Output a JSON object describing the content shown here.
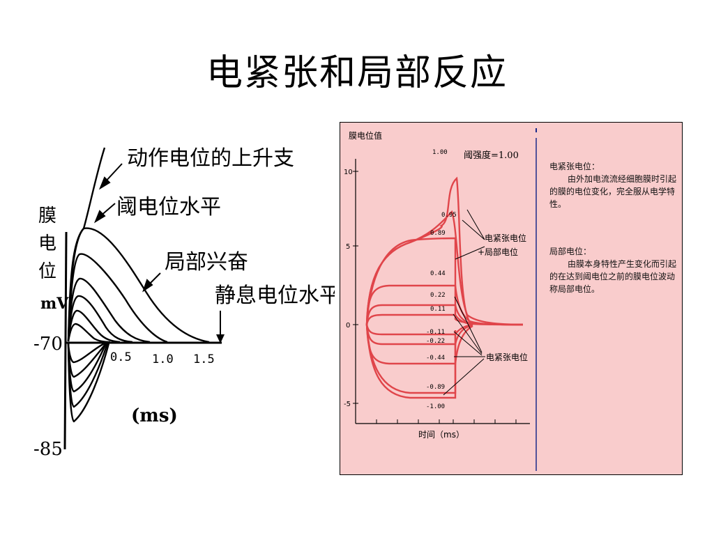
{
  "slide": {
    "title": "电紧张和局部反应"
  },
  "left_figure": {
    "ylabel_chars": [
      "膜",
      "电",
      "位"
    ],
    "yunit": "mV",
    "y_ticks": [
      "-70",
      "-85"
    ],
    "x_ticks": [
      "0.5",
      "1.0",
      "1.5"
    ],
    "xunit": "(ms)",
    "labels": {
      "upstroke": "动作电位的上升支",
      "threshold": "阈电位水平",
      "local": "局部兴奋",
      "resting": "静息电位水平"
    }
  },
  "right_figure": {
    "ylabel": "膜电位值",
    "y_ticks": [
      "10",
      "5",
      "0",
      "-5"
    ],
    "xlabel": "时间（ms）",
    "threshold_label": "阈强度=1.00",
    "curve_labels": [
      "1.00",
      "0.95",
      "0.89",
      "0.44",
      "0.22",
      "0.11",
      "-0.11",
      "-0.22",
      "-0.44",
      "-0.89",
      "-1.00"
    ],
    "annot_mixed": [
      "电紧张电位",
      "+局部电位"
    ],
    "annot_electrotonic": "电紧张电位",
    "colors": {
      "curve": "#e0454a",
      "divider": "#1a2a8a",
      "panel_bg": "#f9cccc"
    }
  },
  "notes": {
    "electrotonic": {
      "title": "电紧张电位：",
      "body": "由外加电流流经细胞膜时引起的膜的电位变化，完全服从电学特性。"
    },
    "local": {
      "title": "局部电位：",
      "body": "由膜本身特性产生变化而引起的在达到阈电位之前的膜电位波动称局部电位。"
    }
  }
}
